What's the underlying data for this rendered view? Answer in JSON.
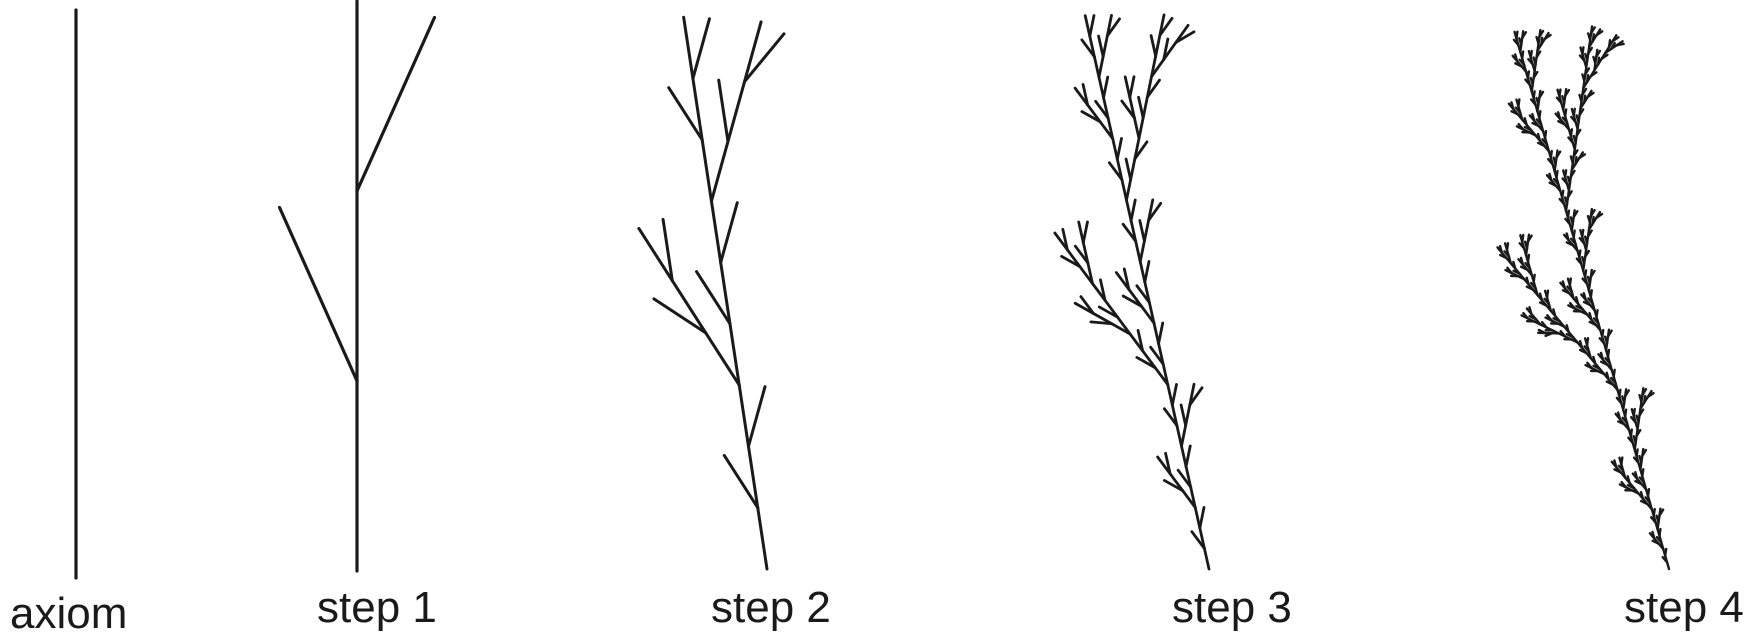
{
  "figure": {
    "stroke_color": "#1a1a1a",
    "background": "#ffffff",
    "stages": [
      {
        "id": "axiom",
        "label": "axiom",
        "iterations": 0
      },
      {
        "id": "step1",
        "label": "step 1",
        "iterations": 1
      },
      {
        "id": "step2",
        "label": "step 2",
        "iterations": 2
      },
      {
        "id": "step3",
        "label": "step 3",
        "iterations": 3
      },
      {
        "id": "step4",
        "label": "step 4",
        "iterations": 4
      }
    ]
  }
}
